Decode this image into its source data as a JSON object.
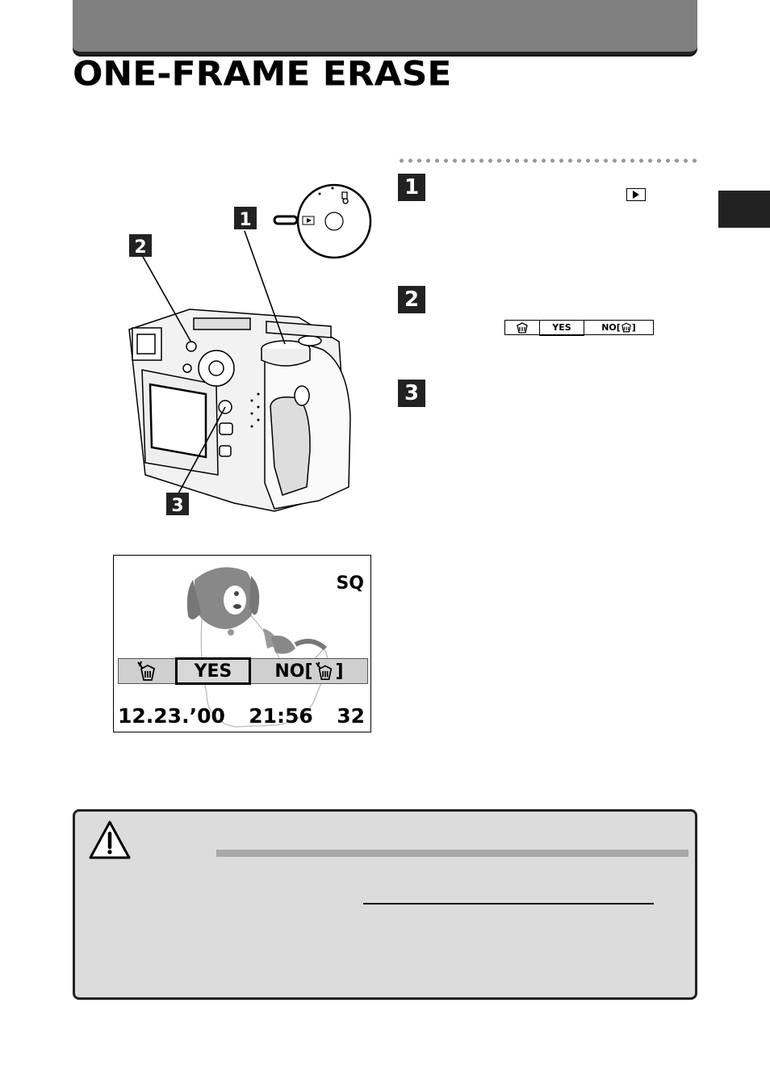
{
  "page": {
    "title": "ONE-FRAME ERASE"
  },
  "steps": [
    {
      "number": "1"
    },
    {
      "number": "2"
    },
    {
      "number": "3"
    }
  ],
  "erase_menu": {
    "yes_label": "YES",
    "no_label": "NO[",
    "no_close": "]"
  },
  "callouts": {
    "one": "1",
    "two": "2",
    "three": "3"
  },
  "lcd_screen": {
    "quality": "SQ",
    "yes_label": "YES",
    "no_label": "NO[",
    "no_close": "]",
    "date": "12.23.’00",
    "time": "21:56",
    "frame_count": "32"
  },
  "icons": {
    "play": "play-icon",
    "erase": "erase-icon",
    "caution": "caution-triangle-icon"
  },
  "colors": {
    "header": "#808080",
    "dark": "#222222",
    "caution_bg": "#dcdcdc"
  }
}
